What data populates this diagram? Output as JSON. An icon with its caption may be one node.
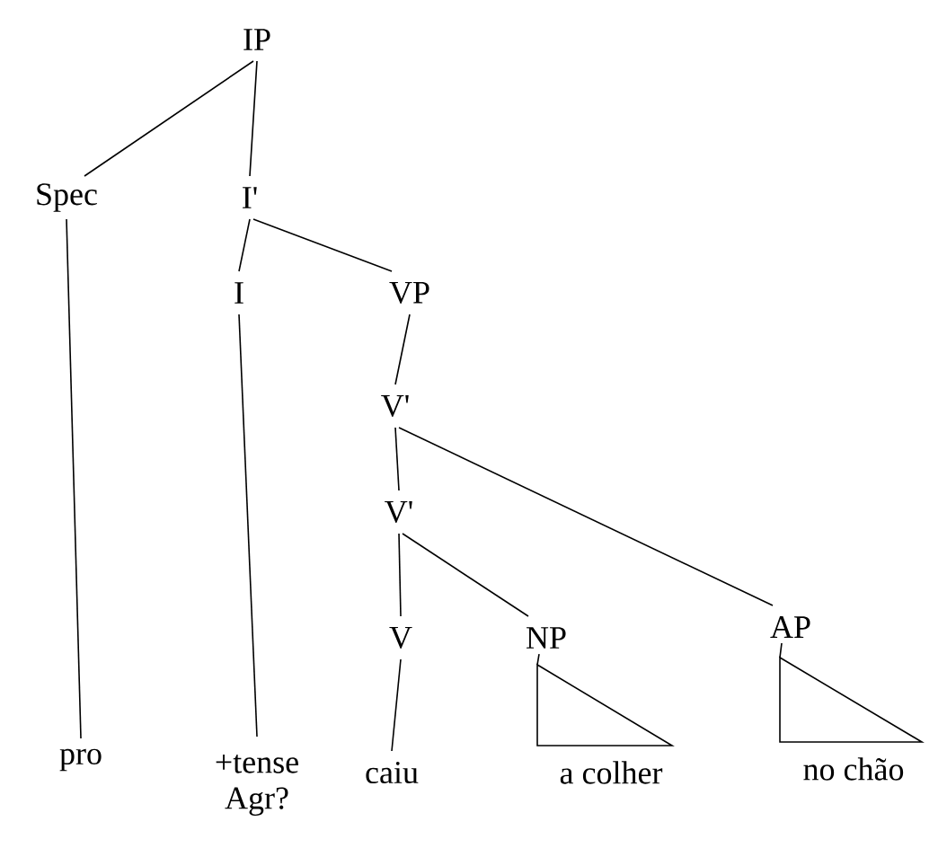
{
  "diagram": {
    "nodes": [
      {
        "text": [
          "IP"
        ]
      },
      {
        "text": [
          "Spec"
        ]
      },
      {
        "text": [
          "I'"
        ]
      },
      {
        "text": [
          "I"
        ]
      },
      {
        "text": [
          "VP"
        ]
      },
      {
        "text": [
          "V'"
        ]
      },
      {
        "text": [
          "V'"
        ]
      },
      {
        "text": [
          "V"
        ]
      },
      {
        "text": [
          "NP"
        ]
      },
      {
        "text": [
          "AP"
        ]
      },
      {
        "text": [
          "pro"
        ]
      },
      {
        "text": [
          "+tense Agr?"
        ]
      },
      {
        "text": [
          "caiu"
        ]
      },
      {
        "text": [
          "a colher"
        ]
      },
      {
        "text": [
          "no chão"
        ]
      },
      {
        "text": [],
        "shape": "triangle"
      },
      {
        "text": [],
        "shape": "triangle"
      }
    ],
    "edges": [
      {
        "from": 0,
        "to": 1,
        "arrow": "none"
      },
      {
        "from": 0,
        "to": 2,
        "arrow": "none"
      },
      {
        "from": 1,
        "to": 10,
        "arrow": "none"
      },
      {
        "from": 2,
        "to": 3,
        "arrow": "none"
      },
      {
        "from": 2,
        "to": 4,
        "arrow": "none"
      },
      {
        "from": 3,
        "to": 11,
        "arrow": "none"
      },
      {
        "from": 4,
        "to": 5,
        "arrow": "none"
      },
      {
        "from": 5,
        "to": 6,
        "arrow": "none"
      },
      {
        "from": 5,
        "to": 9,
        "arrow": "none"
      },
      {
        "from": 6,
        "to": 7,
        "arrow": "none"
      },
      {
        "from": 6,
        "to": 8,
        "arrow": "none"
      },
      {
        "from": 7,
        "to": 12,
        "arrow": "none"
      },
      {
        "from": 8,
        "to": 15,
        "arrow": "none"
      },
      {
        "from": 9,
        "to": 16,
        "arrow": "none"
      }
    ]
  }
}
